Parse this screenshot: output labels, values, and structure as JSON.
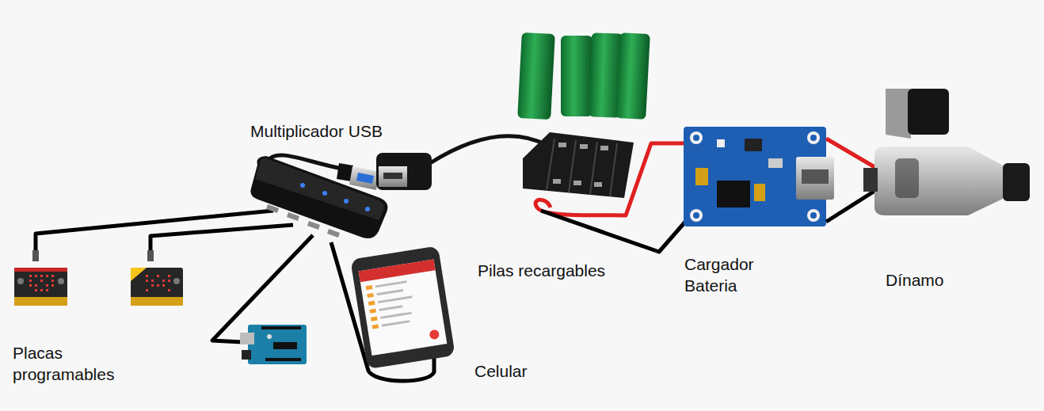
{
  "diagram": {
    "labels": [
      "Multiplicador USB",
      "Pilas recargables",
      "Cargador Bateria",
      "Dínamo",
      "Placas programables",
      "Celular"
    ]
  }
}
